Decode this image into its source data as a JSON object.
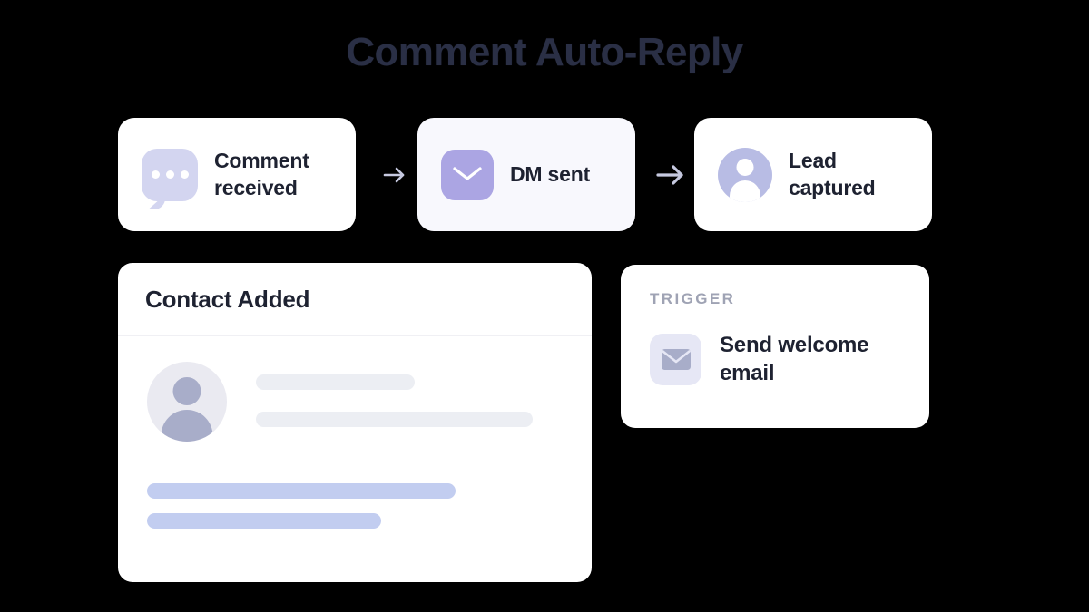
{
  "page": {
    "title": "Comment Auto-Reply",
    "background_color": "#000000",
    "title_color": "#2a2f45"
  },
  "flow": {
    "arrow_icon": "arrow-right-icon",
    "arrow_color": "#c6c9e0",
    "steps": [
      {
        "label": "Comment received",
        "icon": "chat-bubble-icon",
        "icon_color": "#d3d5f0",
        "card_background": "#ffffff"
      },
      {
        "label": "DM sent",
        "icon": "envelope-icon",
        "icon_color": "#aba5e3",
        "card_background": "#f8f8fd"
      },
      {
        "label": "Lead captured",
        "icon": "user-avatar-icon",
        "icon_color": "#b8bce4",
        "card_background": "#ffffff"
      }
    ]
  },
  "contact_panel": {
    "title": "Contact Added",
    "avatar_icon": "user-avatar-placeholder-icon",
    "avatar_background": "#eaeaf1",
    "avatar_figure_color": "#a8adc9",
    "skeleton_gray_color": "#eceef3",
    "skeleton_blue_color": "#c2cdf0",
    "skeleton_gray_widths": [
      "175px",
      "305px"
    ],
    "skeleton_blue_widths": [
      "340px",
      "258px"
    ]
  },
  "trigger_panel": {
    "eyebrow": "TRIGGER",
    "eyebrow_color": "#9fa3b4",
    "icon": "envelope-icon",
    "icon_tile_color": "#e6e7f5",
    "icon_glyph_color": "#a8adc9",
    "label": "Send welcome email"
  }
}
